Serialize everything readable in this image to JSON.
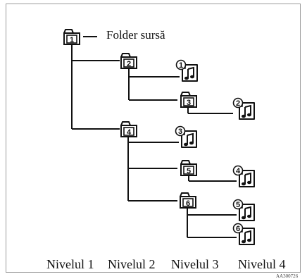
{
  "root_folder": {
    "number": "1",
    "label": "Folder sursă"
  },
  "folders": [
    {
      "number": "2"
    },
    {
      "number": "3"
    },
    {
      "number": "4"
    },
    {
      "number": "5"
    },
    {
      "number": "6"
    }
  ],
  "tracks": [
    {
      "number": "1",
      "icon": "music-note-icon"
    },
    {
      "number": "2",
      "icon": "music-note-icon"
    },
    {
      "number": "3",
      "icon": "music-note-icon"
    },
    {
      "number": "4",
      "icon": "music-note-icon"
    },
    {
      "number": "5",
      "icon": "music-note-icon"
    },
    {
      "number": "6",
      "icon": "music-note-icon"
    }
  ],
  "levels": [
    "Nivelul 1",
    "Nivelul 2",
    "Nivelul 3",
    "Nivelul 4"
  ],
  "figure_code": "AA300726",
  "colors": {
    "line": "#111111",
    "frame": "#9a9a9a",
    "background": "#ffffff"
  }
}
